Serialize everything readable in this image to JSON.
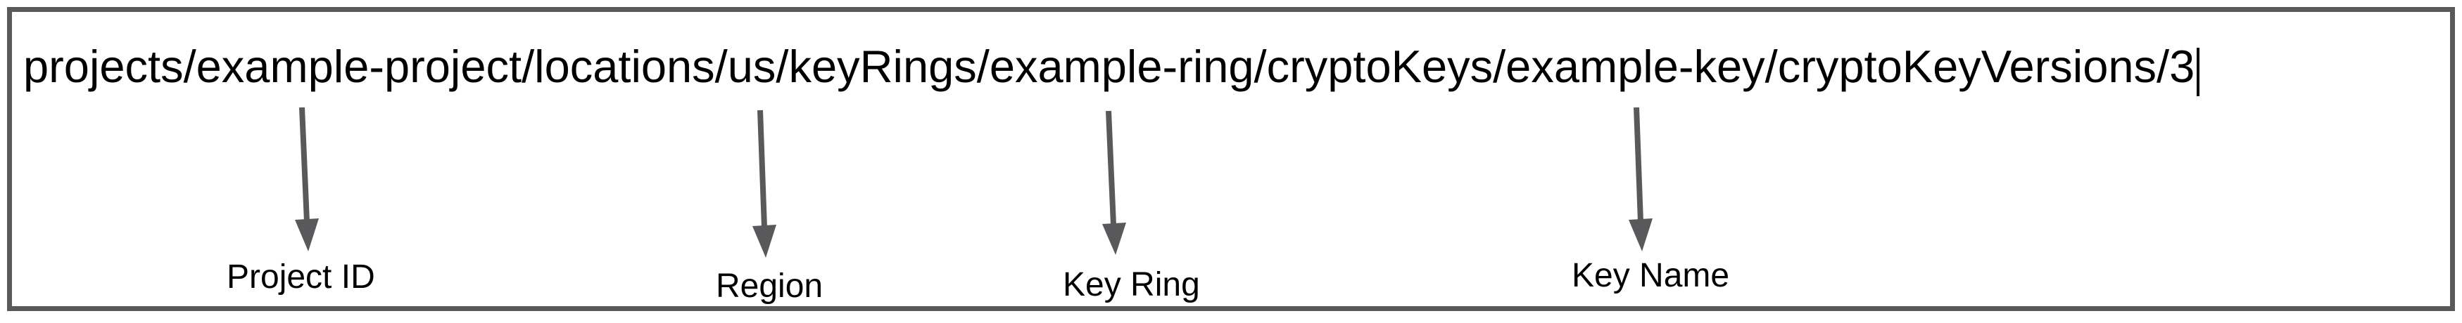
{
  "diagram": {
    "resource_path": "projects/example-project/locations/us/keyRings/example-ring/cryptoKeys/example-key/cryptoKeyVersions/3",
    "caret_visible": true,
    "annotations": [
      {
        "label": "Project ID",
        "points_to_segment": "example-project"
      },
      {
        "label": "Region",
        "points_to_segment": "us"
      },
      {
        "label": "Key Ring",
        "points_to_segment": "example-ring"
      },
      {
        "label": "Key Name",
        "points_to_segment": "example-key"
      }
    ]
  },
  "colors": {
    "border": "#59595b",
    "arrow": "#59595b",
    "text": "#000000",
    "caret": "#000000",
    "background": "#ffffff"
  }
}
